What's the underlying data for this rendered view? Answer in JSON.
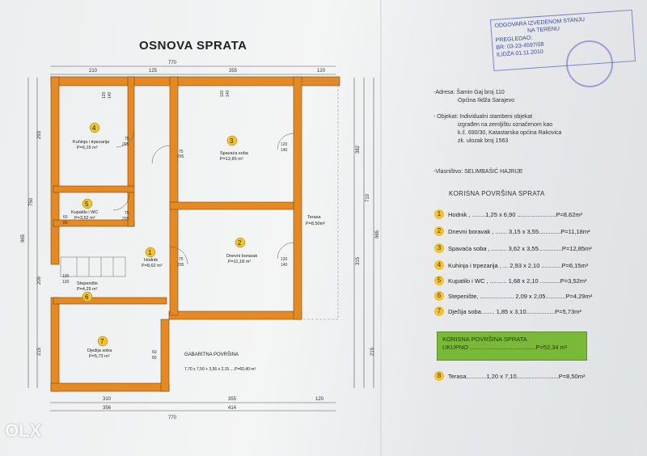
{
  "title": "OSNOVA SPRATA",
  "stamp": {
    "line1": "ODGOVARA IZVEDENOM STANJU",
    "line2": "NA TERENU",
    "line3": "PREGLEDAO:",
    "line4": "BR: 03-23-4597/08",
    "line5": "ILIDŽA 01.11.2010"
  },
  "info": {
    "address": "-Adresa: Šamin Gaj broj 110",
    "address2": "Općina Ilidža Sarajevo",
    "object": "- Objekat: Individualni stambeni objekat",
    "object2": "izgrađen na zemljištu označenom kao",
    "object3": "k.č. 690/30, Katastarska općina Rakovica",
    "object4": "zk. ulozak broj 1563",
    "owner": "-Vlasništvo: SELIMBAŠIĆ HAJRIJE"
  },
  "area_section_title": "KORISNA POVRŠINA SPRATA",
  "areas": [
    {
      "num": "1",
      "text": "Hodnik , ........1,25 x 6,90 .......................P=8,62m²"
    },
    {
      "num": "2",
      "text": "Dnevni boravak , ....... 3,15 x 3,55.............P=11,18m²"
    },
    {
      "num": "3",
      "text": "Spavaća soba , ......... 3,62 x 3,55..............P=12,85m²"
    },
    {
      "num": "4",
      "text": "Kuhinja i trpezarija , ... 2,93 x 2,10 ............P=6,15m²"
    },
    {
      "num": "5",
      "text": "Kupatilo i WC , .......... 1,68 x 2,10 ............P=3,52m²"
    },
    {
      "num": "6",
      "text": "Stepenište, .................... 2,09 x 2,05............P=4,29m²"
    },
    {
      "num": "7",
      "text": "Dječija soba........ 1,85 x 3,10.................P=5,73m²"
    }
  ],
  "total": {
    "line1": "KORISNA POVRŠINA SPRATA",
    "line2": "UKUPNO .......................................P=52,34 m²"
  },
  "terrace": {
    "num": "8",
    "text": "Terasa............1,20 x 7,10.........................P=8,50m²"
  },
  "plan": {
    "rooms": [
      {
        "num": "4",
        "name": "Kuhinja i trpezarija",
        "area": "P=6,15 m²"
      },
      {
        "num": "3",
        "name": "Spavaća soba",
        "area": "P=12,85 m²"
      },
      {
        "num": "5",
        "name": "Kupatilo i WC",
        "area": "P=3,52 m²"
      },
      {
        "num": "2",
        "name": "Dnevni boravak",
        "area": "P=11,18 m²"
      },
      {
        "num": "1",
        "name": "Hodnik",
        "area": "P=8,62 m²"
      },
      {
        "num": "6",
        "name": "Stepenište",
        "area": "P=4,29 m²"
      },
      {
        "num": "7",
        "name": "Djedija soba",
        "area": "P=5,73 m²"
      }
    ],
    "terasa_label": "Terasa",
    "terasa_area": "P=8,50m²",
    "gabarit_title": "GABARITNA POVRŠINA",
    "gabarit_formula": "7,70 x 7,50 + 3,56 x 2,15.....P=60,40 m²",
    "dims_top": [
      "770",
      "210",
      "125",
      "355",
      "120"
    ],
    "dims_bottom": [
      "310",
      "355",
      "120",
      "356",
      "414",
      "770"
    ],
    "dims_left": [
      "293",
      "750",
      "965",
      "209",
      "215"
    ],
    "dims_right": [
      "382",
      "710",
      "965",
      "315",
      "215"
    ],
    "openings": [
      "120",
      "140",
      "75",
      "205",
      "60",
      "80",
      "100",
      "120",
      "75",
      "205",
      "120",
      "140",
      "75",
      "205",
      "120",
      "140",
      "60",
      "80",
      "75",
      "205",
      "120",
      "140"
    ]
  },
  "watermark": "OLX"
}
